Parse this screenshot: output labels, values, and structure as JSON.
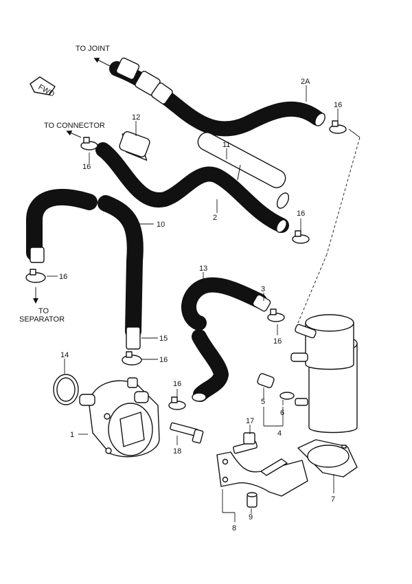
{
  "labels": {
    "to_joint": "TO JOINT",
    "to_connector": "TO CONNECTOR",
    "to_separator_1": "TO",
    "to_separator_2": "SEPARATOR",
    "fwd": "FWD"
  },
  "callouts": {
    "p1": "1",
    "p2": "2",
    "p2a": "2A",
    "p3": "3",
    "p4": "4",
    "p5": "5",
    "p6": "6",
    "p7": "7",
    "p8": "8",
    "p9": "9",
    "p10": "10",
    "p11": "11",
    "p12": "12",
    "p13": "13",
    "p14": "14",
    "p15": "15",
    "p16a": "16",
    "p16b": "16",
    "p16c": "16",
    "p16d": "16",
    "p16e": "16",
    "p16f": "16",
    "p16g": "16",
    "p17": "17",
    "p18": "18"
  }
}
